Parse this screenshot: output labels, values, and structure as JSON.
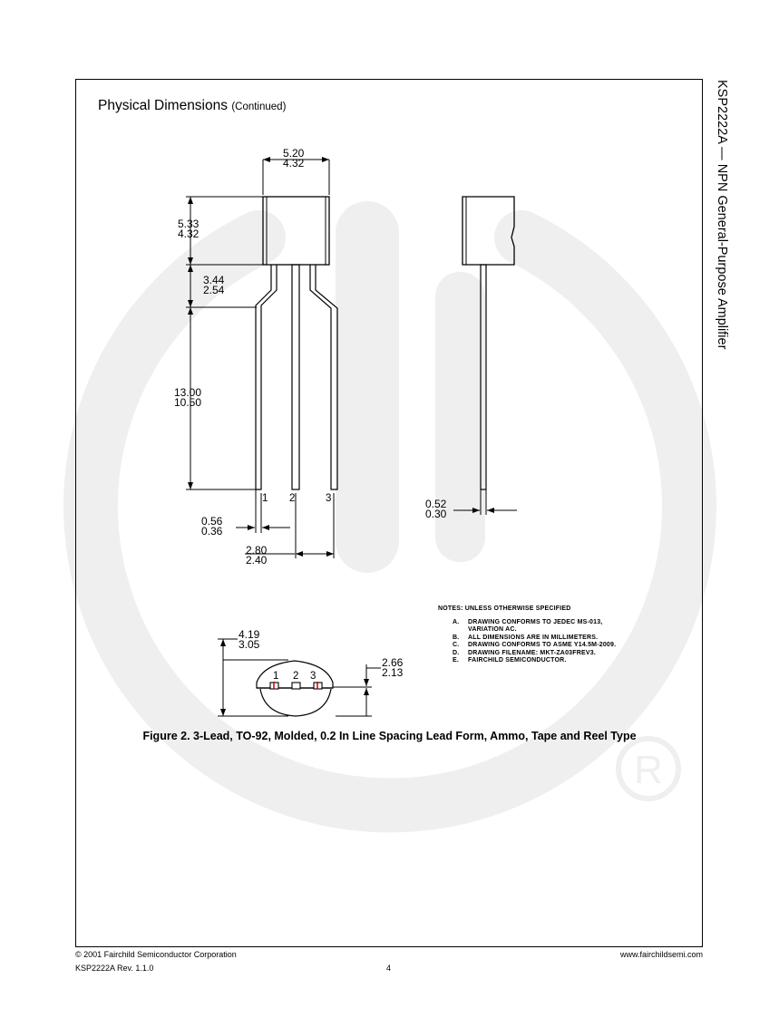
{
  "document": {
    "side_title": "KSP2222A — NPN General-Purpose Amplifier",
    "heading": "Physical Dimensions",
    "heading_sub": "(Continued)"
  },
  "dimensions": {
    "body_width": [
      "5.20",
      "4.32"
    ],
    "body_height": [
      "5.33",
      "4.32"
    ],
    "lead_bend": [
      "3.44",
      "2.54"
    ],
    "lead_length": [
      "13.00",
      "10.50"
    ],
    "lead_width_front": [
      "0.56",
      "0.36"
    ],
    "lead_pitch": [
      "2.80",
      "2.40"
    ],
    "lead_width_side": [
      "0.52",
      "0.30"
    ],
    "bottom_height": [
      "4.19",
      "3.05"
    ],
    "bottom_flat": [
      "2.66",
      "2.13"
    ]
  },
  "pins": [
    "1",
    "2",
    "3"
  ],
  "bottom_pins": [
    "1",
    "2",
    "3"
  ],
  "notes": {
    "title": "NOTES: UNLESS OTHERWISE SPECIFIED",
    "items": [
      {
        "key": "A.",
        "text": "DRAWING CONFORMS TO JEDEC MS-013,"
      },
      {
        "key": "",
        "text": "VARIATION AC."
      },
      {
        "key": "B.",
        "text": "ALL DIMENSIONS ARE IN MILLIMETERS."
      },
      {
        "key": "C.",
        "text": "DRAWING CONFORMS TO ASME Y14.5M-2009."
      },
      {
        "key": "D.",
        "text": "DRAWING FILENAME: MKT-ZA03FREV3."
      },
      {
        "key": "E.",
        "text": "FAIRCHILD SEMICONDUCTOR."
      }
    ]
  },
  "caption": "Figure 2. 3-Lead, TO-92, Molded, 0.2 In Line Spacing Lead Form, Ammo, Tape and Reel Type",
  "footer": {
    "copyright": "© 2001 Fairchild Semiconductor Corporation",
    "revision": "KSP2222A Rev. 1.1.0",
    "page": "4",
    "website": "www.fairchildsemi.com"
  },
  "colors": {
    "watermark": "#efefef",
    "ink": "#000000",
    "pin_marker": "#cc0000"
  }
}
